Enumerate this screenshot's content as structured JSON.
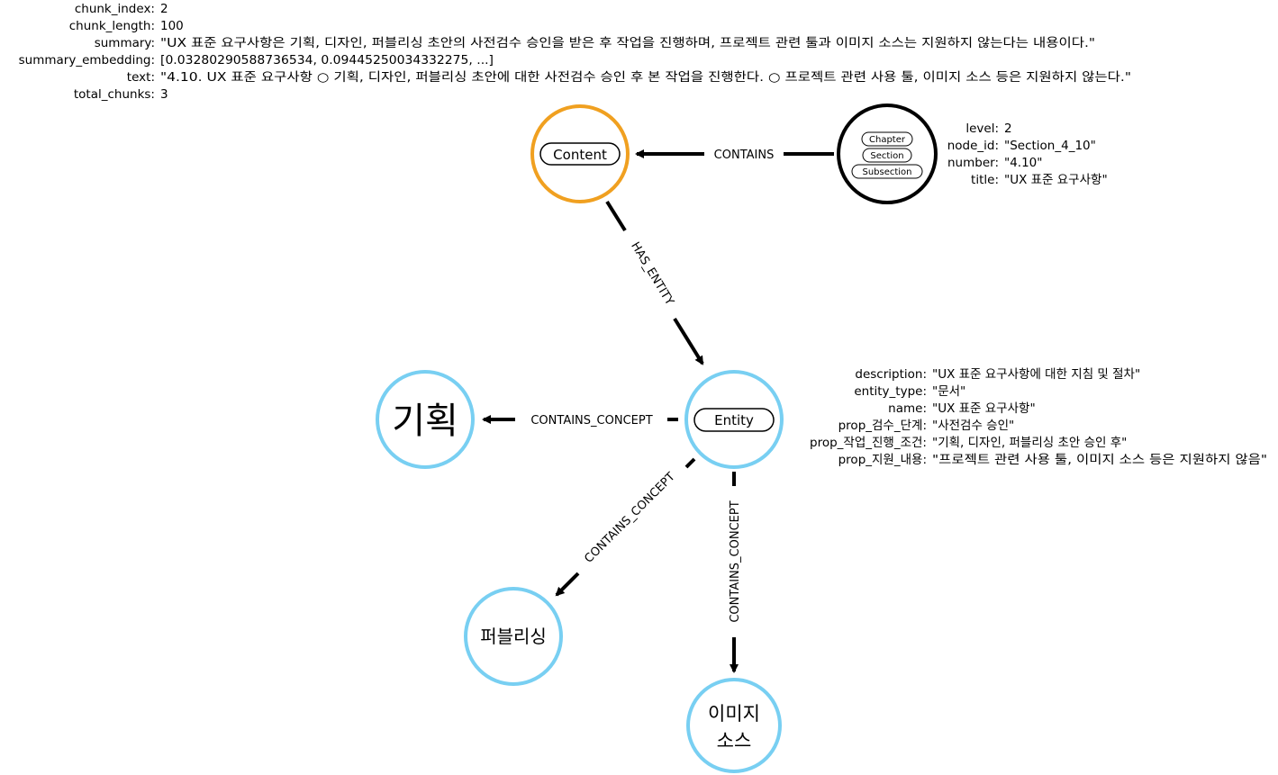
{
  "chunk_props": {
    "keys": [
      "chunk_index:",
      "chunk_length:",
      "summary:",
      "summary_embedding:",
      "text:",
      "total_chunks:"
    ],
    "values": [
      "2",
      "100",
      "\"UX 표준 요구사항은 기획, 디자인, 퍼블리싱 초안의 사전검수 승인을 받은 후 작업을 진행하며, 프로젝트 관련 툴과 이미지 소스는 지원하지 않는다는 내용이다.\"",
      "[0.03280290588736534, 0.09445250034332275,  ...]",
      "\"4.10. UX 표준 요구사항  ○ 기획, 디자인, 퍼블리싱 초안에 대한 사전검수 승인 후 본 작업을 진행한다.  ○ 프로젝트 관련 사용 툴, 이미지 소스 등은 지원하지 않는다.\"",
      "3"
    ]
  },
  "section_props": {
    "keys": [
      "level:",
      "node_id:",
      "number:",
      "title:"
    ],
    "values": [
      "2",
      "\"Section_4_10\"",
      "\"4.10\"",
      "\"UX 표준 요구사항\""
    ]
  },
  "entity_props": {
    "keys": [
      "description:",
      "entity_type:",
      "name:",
      "prop_검수_단계:",
      "prop_작업_진행_조건:",
      "prop_지원_내용:"
    ],
    "values": [
      "\"UX 표준 요구사항에 대한 지침 및 절차\"",
      " \"문서\"",
      " \"UX 표준 요구사항\"",
      " \"사전검수 승인\"",
      "\"기획, 디자인, 퍼블리싱 초안 승인 후\"",
      "\"프로젝트 관련 사용 툴, 이미지 소스 등은 지원하지 않음\""
    ]
  },
  "nodes": {
    "content_label": "Content",
    "section_labels": [
      "Chapter",
      "Section",
      "Subsection"
    ],
    "entity_label": "Entity",
    "concept1": "기획",
    "concept2": "퍼블리싱",
    "concept3_line1": "이미지",
    "concept3_line2": "소스"
  },
  "edges": {
    "contains": "CONTAINS",
    "has_entity": "HAS_ENTITY",
    "contains_concept": "CONTAINS_CONCEPT"
  },
  "colors": {
    "content_ring": "#f0a020",
    "section_ring": "#000000",
    "entity_ring": "#78cff2",
    "concept_ring": "#78cff2",
    "edge": "#000000"
  }
}
